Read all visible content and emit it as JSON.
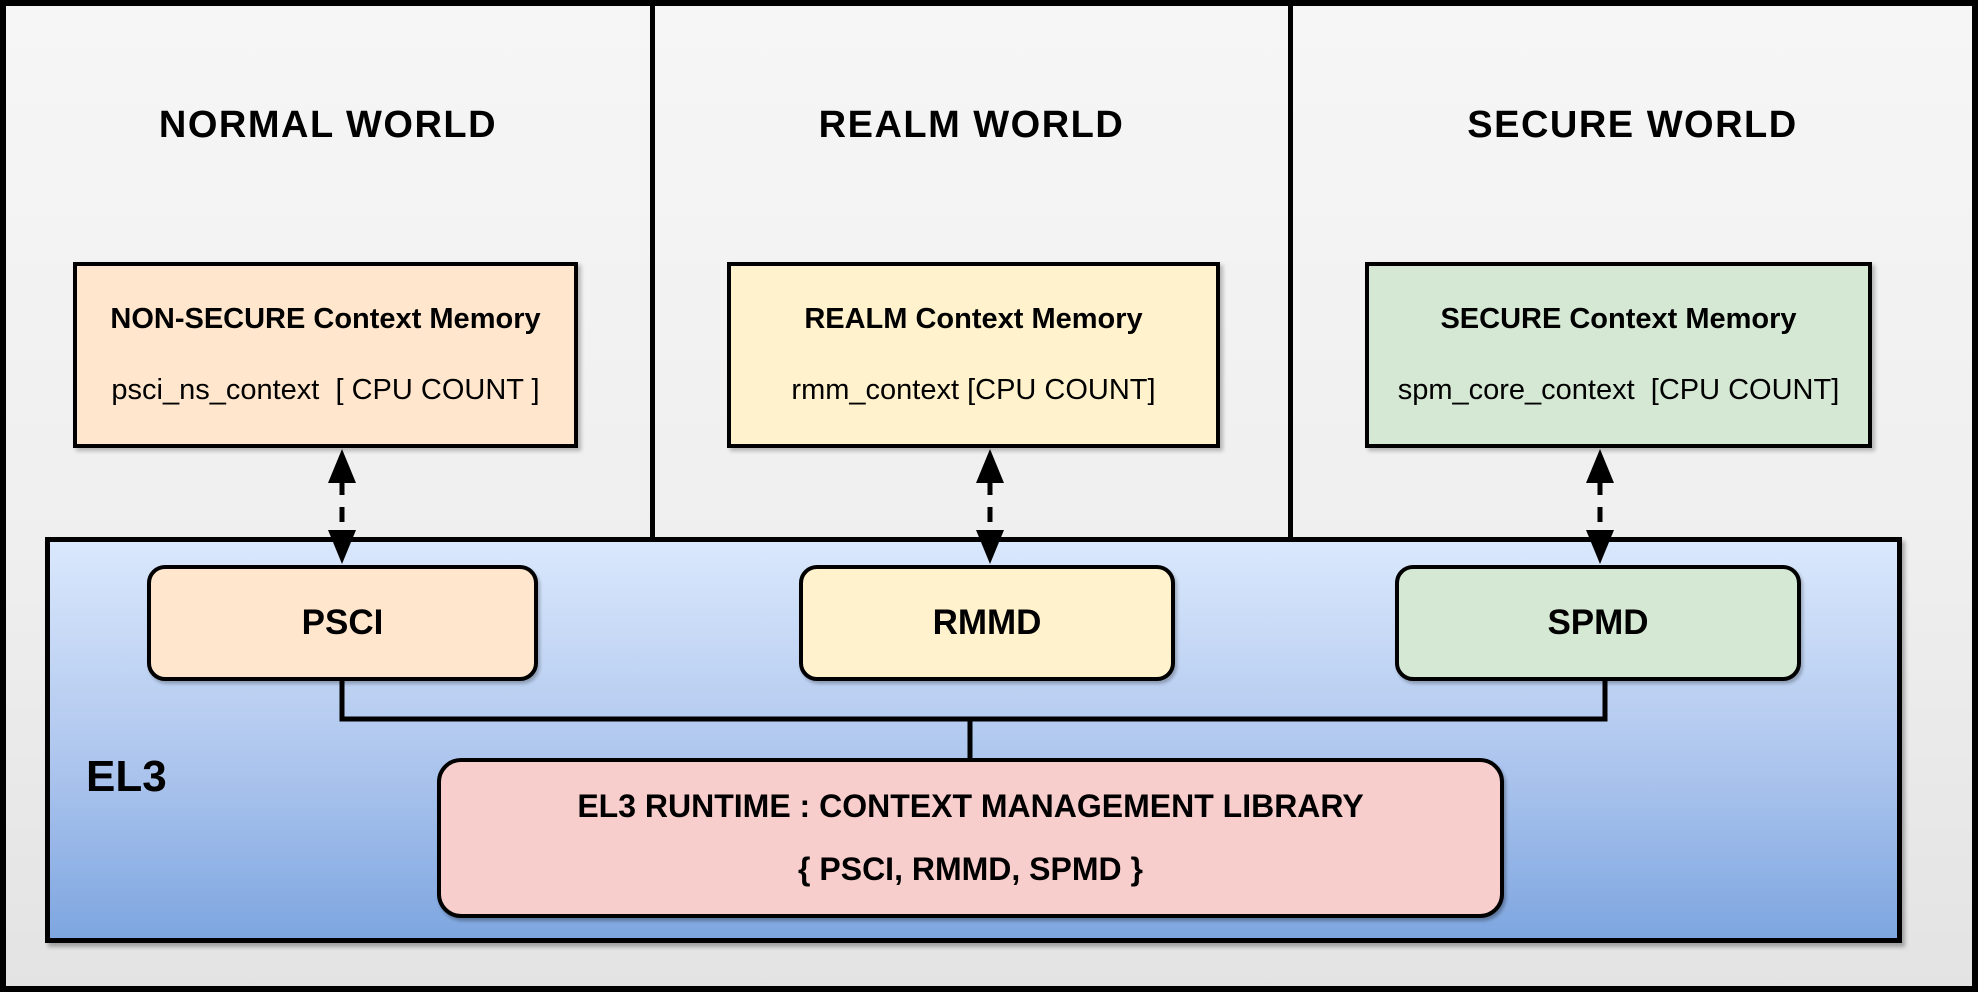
{
  "diagram": {
    "worlds": [
      {
        "title": "NORMAL WORLD",
        "memory_title": "NON-SECURE Context Memory",
        "memory_subtitle": "psci_ns_context  [ CPU COUNT ]",
        "module": "PSCI",
        "color": "#ffe6cc"
      },
      {
        "title": "REALM WORLD",
        "memory_title": "REALM Context Memory",
        "memory_subtitle": "rmm_context [CPU COUNT]",
        "module": "RMMD",
        "color": "#fff2cc"
      },
      {
        "title": "SECURE WORLD",
        "memory_title": "SECURE Context Memory",
        "memory_subtitle": "spm_core_context  [CPU COUNT]",
        "module": "SPMD",
        "color": "#d5e8d4"
      }
    ],
    "el3": {
      "label": "EL3",
      "runtime_line1": "EL3 RUNTIME : CONTEXT MANAGEMENT LIBRARY",
      "runtime_line2": "{ PSCI, RMMD, SPMD }"
    },
    "colors": {
      "normal_world_fill": "#ffe6cc",
      "realm_world_fill": "#fff2cc",
      "secure_world_fill": "#d5e8d4",
      "runtime_library_fill": "#f8cecc",
      "el3_gradient_top": "#dae8fc",
      "el3_gradient_bottom": "#7ea6e0",
      "panel_background": "#f2f2f2",
      "border": "#000000"
    }
  }
}
